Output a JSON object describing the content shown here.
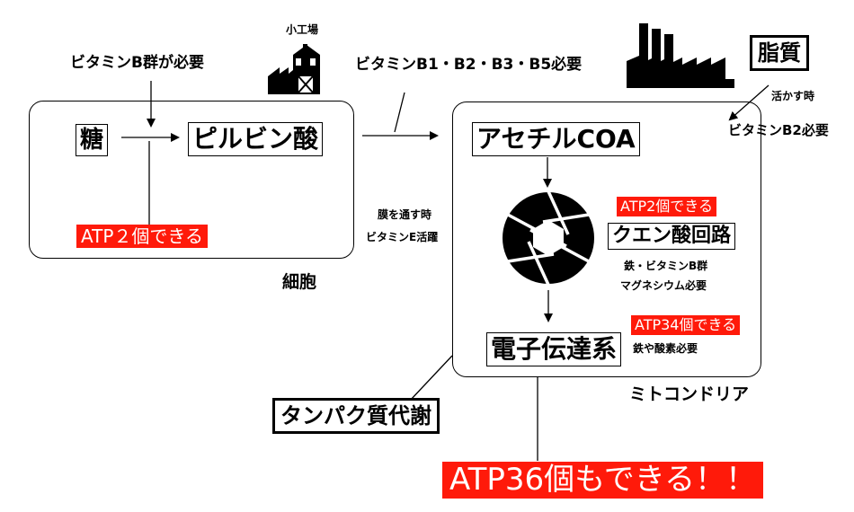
{
  "diagram": {
    "nodes": {
      "sugar": "糖",
      "pyruvate": "ピルビン酸",
      "acetyl": "アセチルCOA",
      "citric": "クエン酸回路",
      "etc": "電子伝達系",
      "fat": "脂質",
      "protein": "タンパク質代謝"
    },
    "labels": {
      "vit_b_group": "ビタミンB群が必要",
      "small_factory": "小工場",
      "vit_b1235": "ビタミンB1・B2・B3・B5必要",
      "activate": "活かす時",
      "vit_b2": "ビタミンB2必要",
      "membrane_line1": "膜を通す時",
      "membrane_line2": "ビタミンE活躍",
      "cell": "細胞",
      "citric_req_line1": "鉄・ビタミンB群",
      "citric_req_line2": "マグネシウム必要",
      "etc_req": "鉄や酸素必要",
      "mito": "ミトコンドリア"
    },
    "atp": {
      "glycolysis": "ATP２個できる",
      "citric": "ATP2個できる",
      "etc": "ATP34個できる",
      "total": "ATP36個もできる！！"
    },
    "colors": {
      "atp_background": "#ff1a0a",
      "atp_text": "#ffffff"
    },
    "icons": [
      "factory-small-icon",
      "factory-large-icon",
      "aperture-icon"
    ]
  }
}
